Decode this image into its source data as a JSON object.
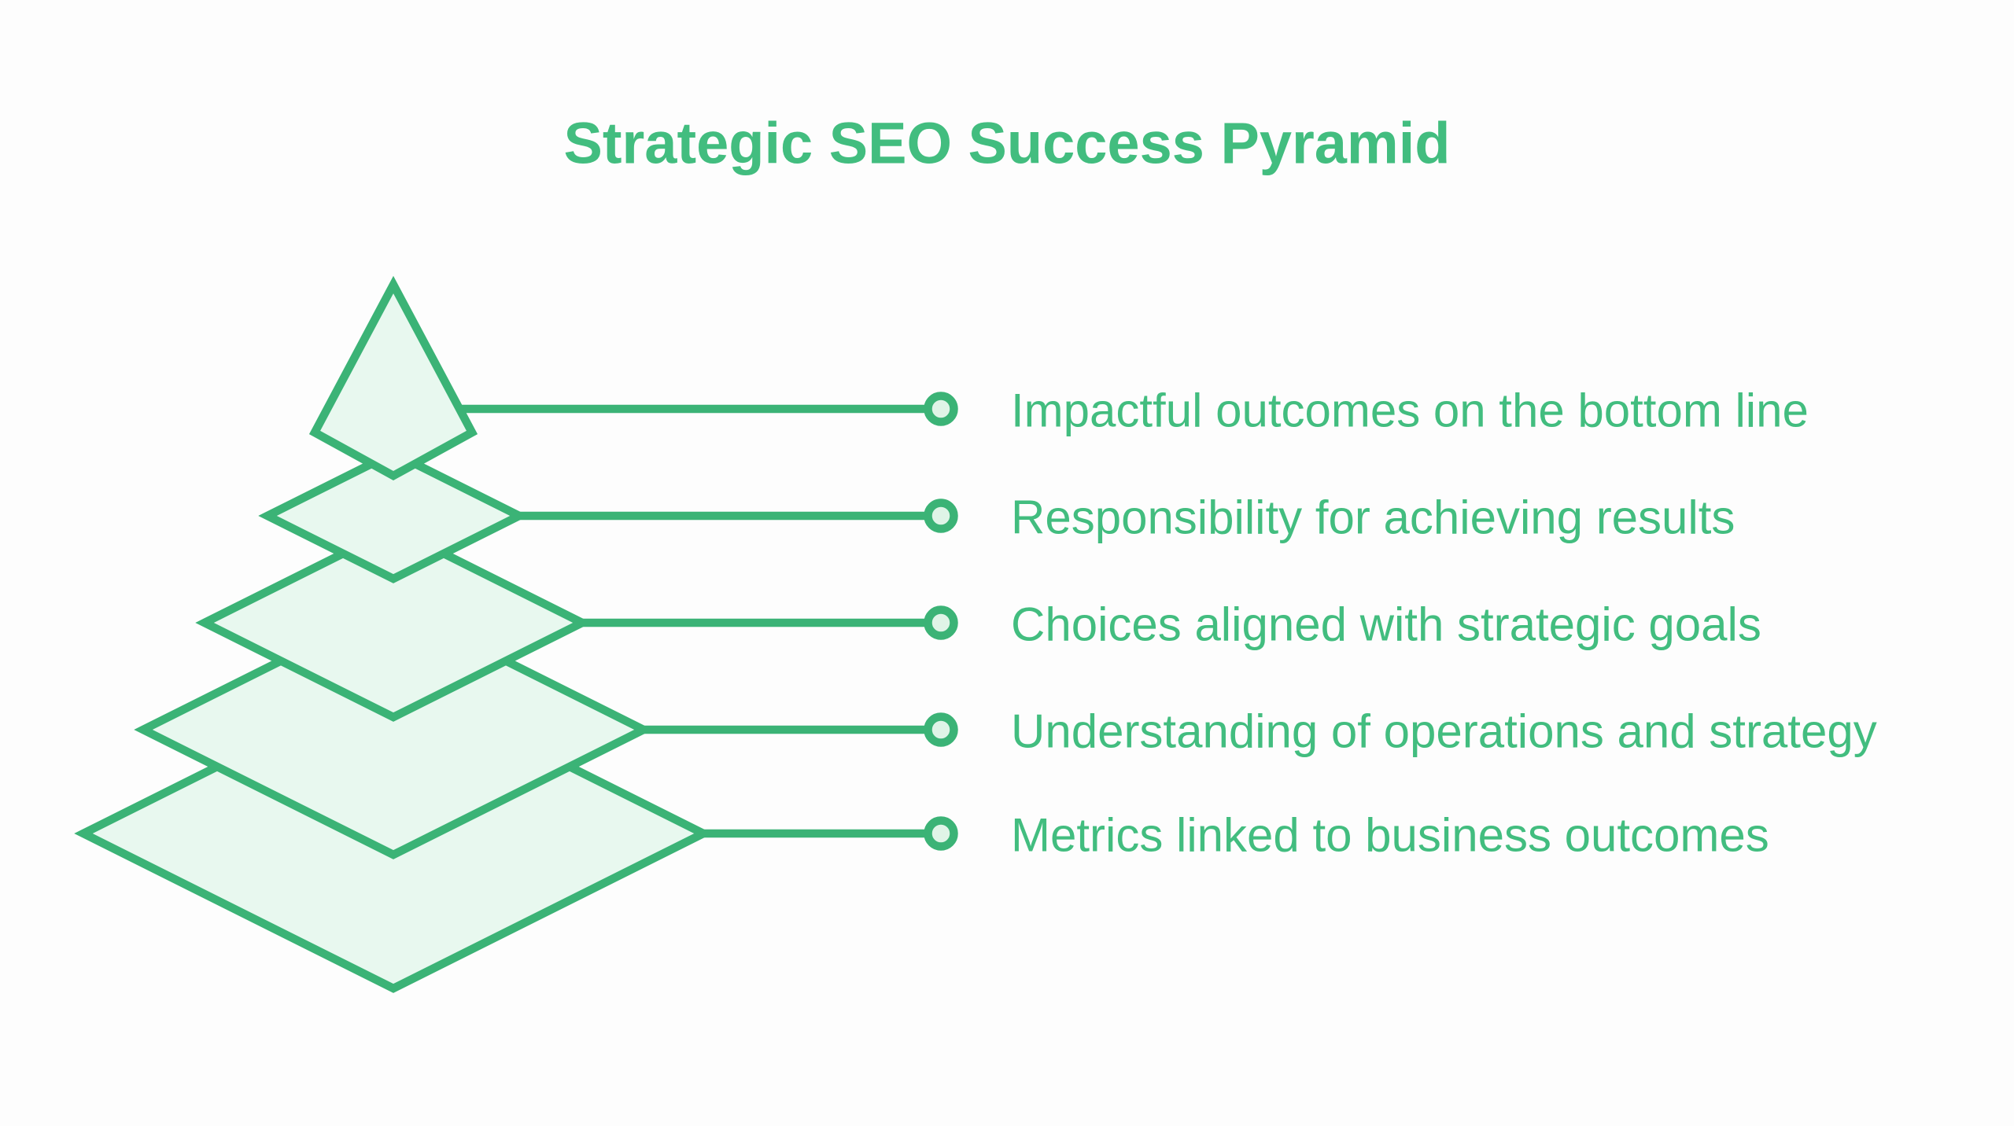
{
  "diagram": {
    "type": "pyramid",
    "title": "Strategic SEO Success Pyramid",
    "levels": [
      {
        "rank": 1,
        "label": "Impactful outcomes on the bottom line"
      },
      {
        "rank": 2,
        "label": "Responsibility for achieving results"
      },
      {
        "rank": 3,
        "label": "Choices aligned with strategic goals"
      },
      {
        "rank": 4,
        "label": "Understanding of operations and strategy"
      },
      {
        "rank": 5,
        "label": "Metrics linked to business outcomes"
      }
    ],
    "colors": {
      "stroke_green": "#3BB376",
      "text_green": "#42BD7F",
      "layer_fill": "#E8F8EF",
      "bullet_inner_fill": "#DFF4E7",
      "background": "#FDFDFD"
    }
  }
}
